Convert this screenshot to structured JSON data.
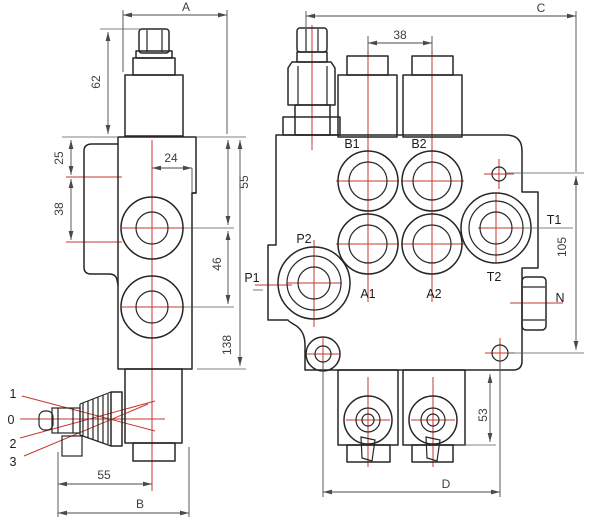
{
  "drawing": {
    "type": "technical dimensional drawing",
    "subject": "two-spool monoblock hydraulic directional control valve",
    "views": [
      "side view with control lever positions",
      "front view with port layout"
    ],
    "background_color": "#ffffff",
    "outline_color": "#262626",
    "dimension_color": "#4a4a4a",
    "centerline_color": "#c5392b"
  },
  "left_view": {
    "dims": {
      "a": "A",
      "h62": "62",
      "h25": "25",
      "h38": "38",
      "w24": "24",
      "v55": "55",
      "v46": "46",
      "v138": "138",
      "w55": "55",
      "b": "B"
    },
    "lever_positions": {
      "p1": "1",
      "p0": "0",
      "p2": "2",
      "p3": "3"
    }
  },
  "right_view": {
    "dims": {
      "c": "C",
      "w38": "38",
      "v105": "105",
      "v53": "53",
      "d": "D"
    },
    "ports": {
      "b1": "B1",
      "b2": "B2",
      "p1": "P1",
      "p2": "P2",
      "a1": "A1",
      "a2": "A2",
      "t1": "T1",
      "t2": "T2",
      "n": "N"
    }
  }
}
